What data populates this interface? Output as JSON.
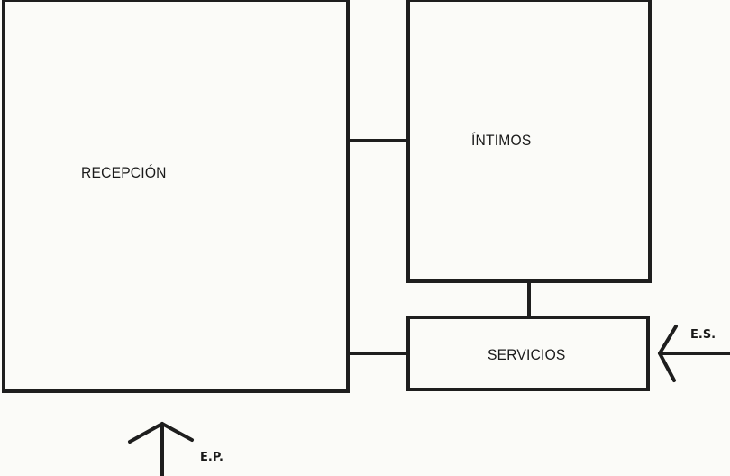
{
  "diagram": {
    "type": "zoning / relationship diagram",
    "colors": {
      "line": "#1e1e1e",
      "background": "#fbfbf8"
    },
    "rooms": [
      {
        "id": "recepcion",
        "label": "RECEPCIÓN"
      },
      {
        "id": "intimos",
        "label": "ÍNTIMOS"
      },
      {
        "id": "servicios",
        "label": "SERVICIOS"
      }
    ],
    "connections": [
      {
        "from": "recepcion",
        "to": "intimos"
      },
      {
        "from": "recepcion",
        "to": "servicios"
      },
      {
        "from": "intimos",
        "to": "servicios"
      }
    ],
    "entries": [
      {
        "id": "ep",
        "label": "E.P.",
        "target": "recepcion",
        "direction": "up"
      },
      {
        "id": "es",
        "label": "E.S.",
        "target": "servicios",
        "direction": "left"
      }
    ]
  }
}
